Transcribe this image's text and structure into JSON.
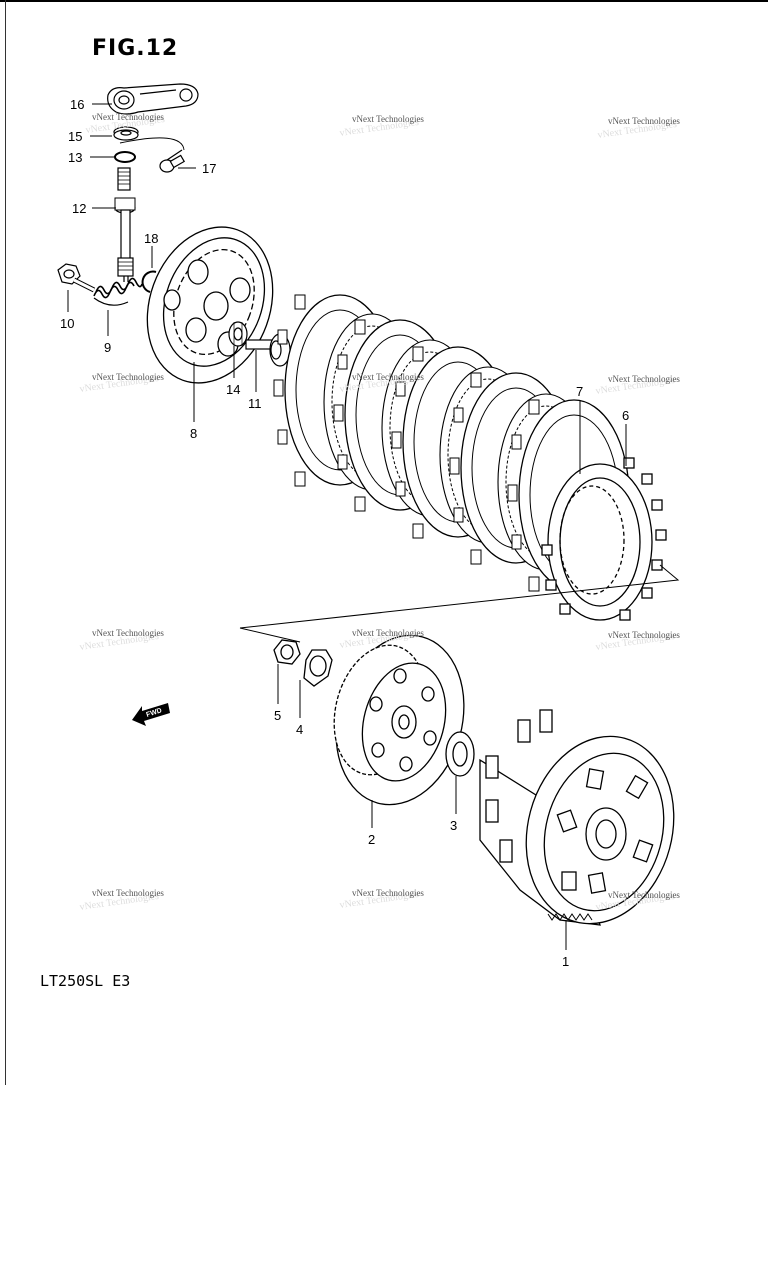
{
  "figure_title": "FIG.12",
  "model": "LT250SL E3",
  "fwd_label": "FWD",
  "watermark_text": "vNext Technologies",
  "parts": [
    {
      "number": "1"
    },
    {
      "number": "2"
    },
    {
      "number": "3"
    },
    {
      "number": "4"
    },
    {
      "number": "5"
    },
    {
      "number": "6"
    },
    {
      "number": "7"
    },
    {
      "number": "8"
    },
    {
      "number": "9"
    },
    {
      "number": "10"
    },
    {
      "number": "11"
    },
    {
      "number": "12"
    },
    {
      "number": "13"
    },
    {
      "number": "14"
    },
    {
      "number": "15"
    },
    {
      "number": "16"
    },
    {
      "number": "17"
    },
    {
      "number": "18"
    }
  ],
  "colors": {
    "line": "#000000",
    "background": "#ffffff"
  }
}
